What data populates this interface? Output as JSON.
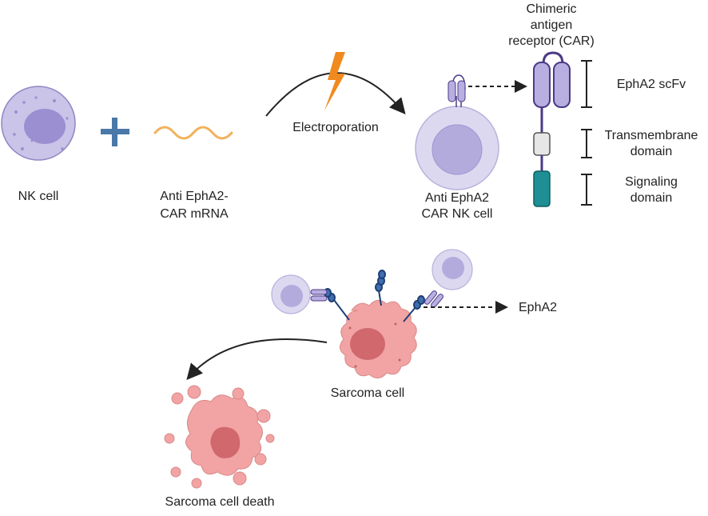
{
  "labels": {
    "nk_cell": "NK cell",
    "mrna_line1": "Anti EphA2-",
    "mrna_line2": "CAR mRNA",
    "electroporation": "Electroporation",
    "car_nk_line1": "Anti EphA2",
    "car_nk_line2": "CAR NK cell",
    "car_title_line1": "Chimeric",
    "car_title_line2": "antigen",
    "car_title_line3": "receptor (CAR)",
    "scfv": "EphA2 scFv",
    "tm_line1": "Transmembrane",
    "tm_line2": "domain",
    "sig_line1": "Signaling",
    "sig_line2": "domain",
    "epha2": "EphA2",
    "sarcoma_cell": "Sarcoma cell",
    "sarcoma_death": "Sarcoma cell death"
  },
  "colors": {
    "nk_outer": "#c9c4e8",
    "nk_inner": "#9b8fd1",
    "plus": "#4a78a8",
    "mrna": "#f2b25c",
    "lightning": "#f08a1e",
    "car_purple": "#b8aee0",
    "car_stroke": "#4b3a86",
    "tm_gray": "#e6e6e6",
    "signal_teal": "#1d8f95",
    "sarcoma": "#f2a3a3",
    "sarcoma_nucleus": "#d0686e",
    "epha2_blue": "#3f6fb0"
  }
}
